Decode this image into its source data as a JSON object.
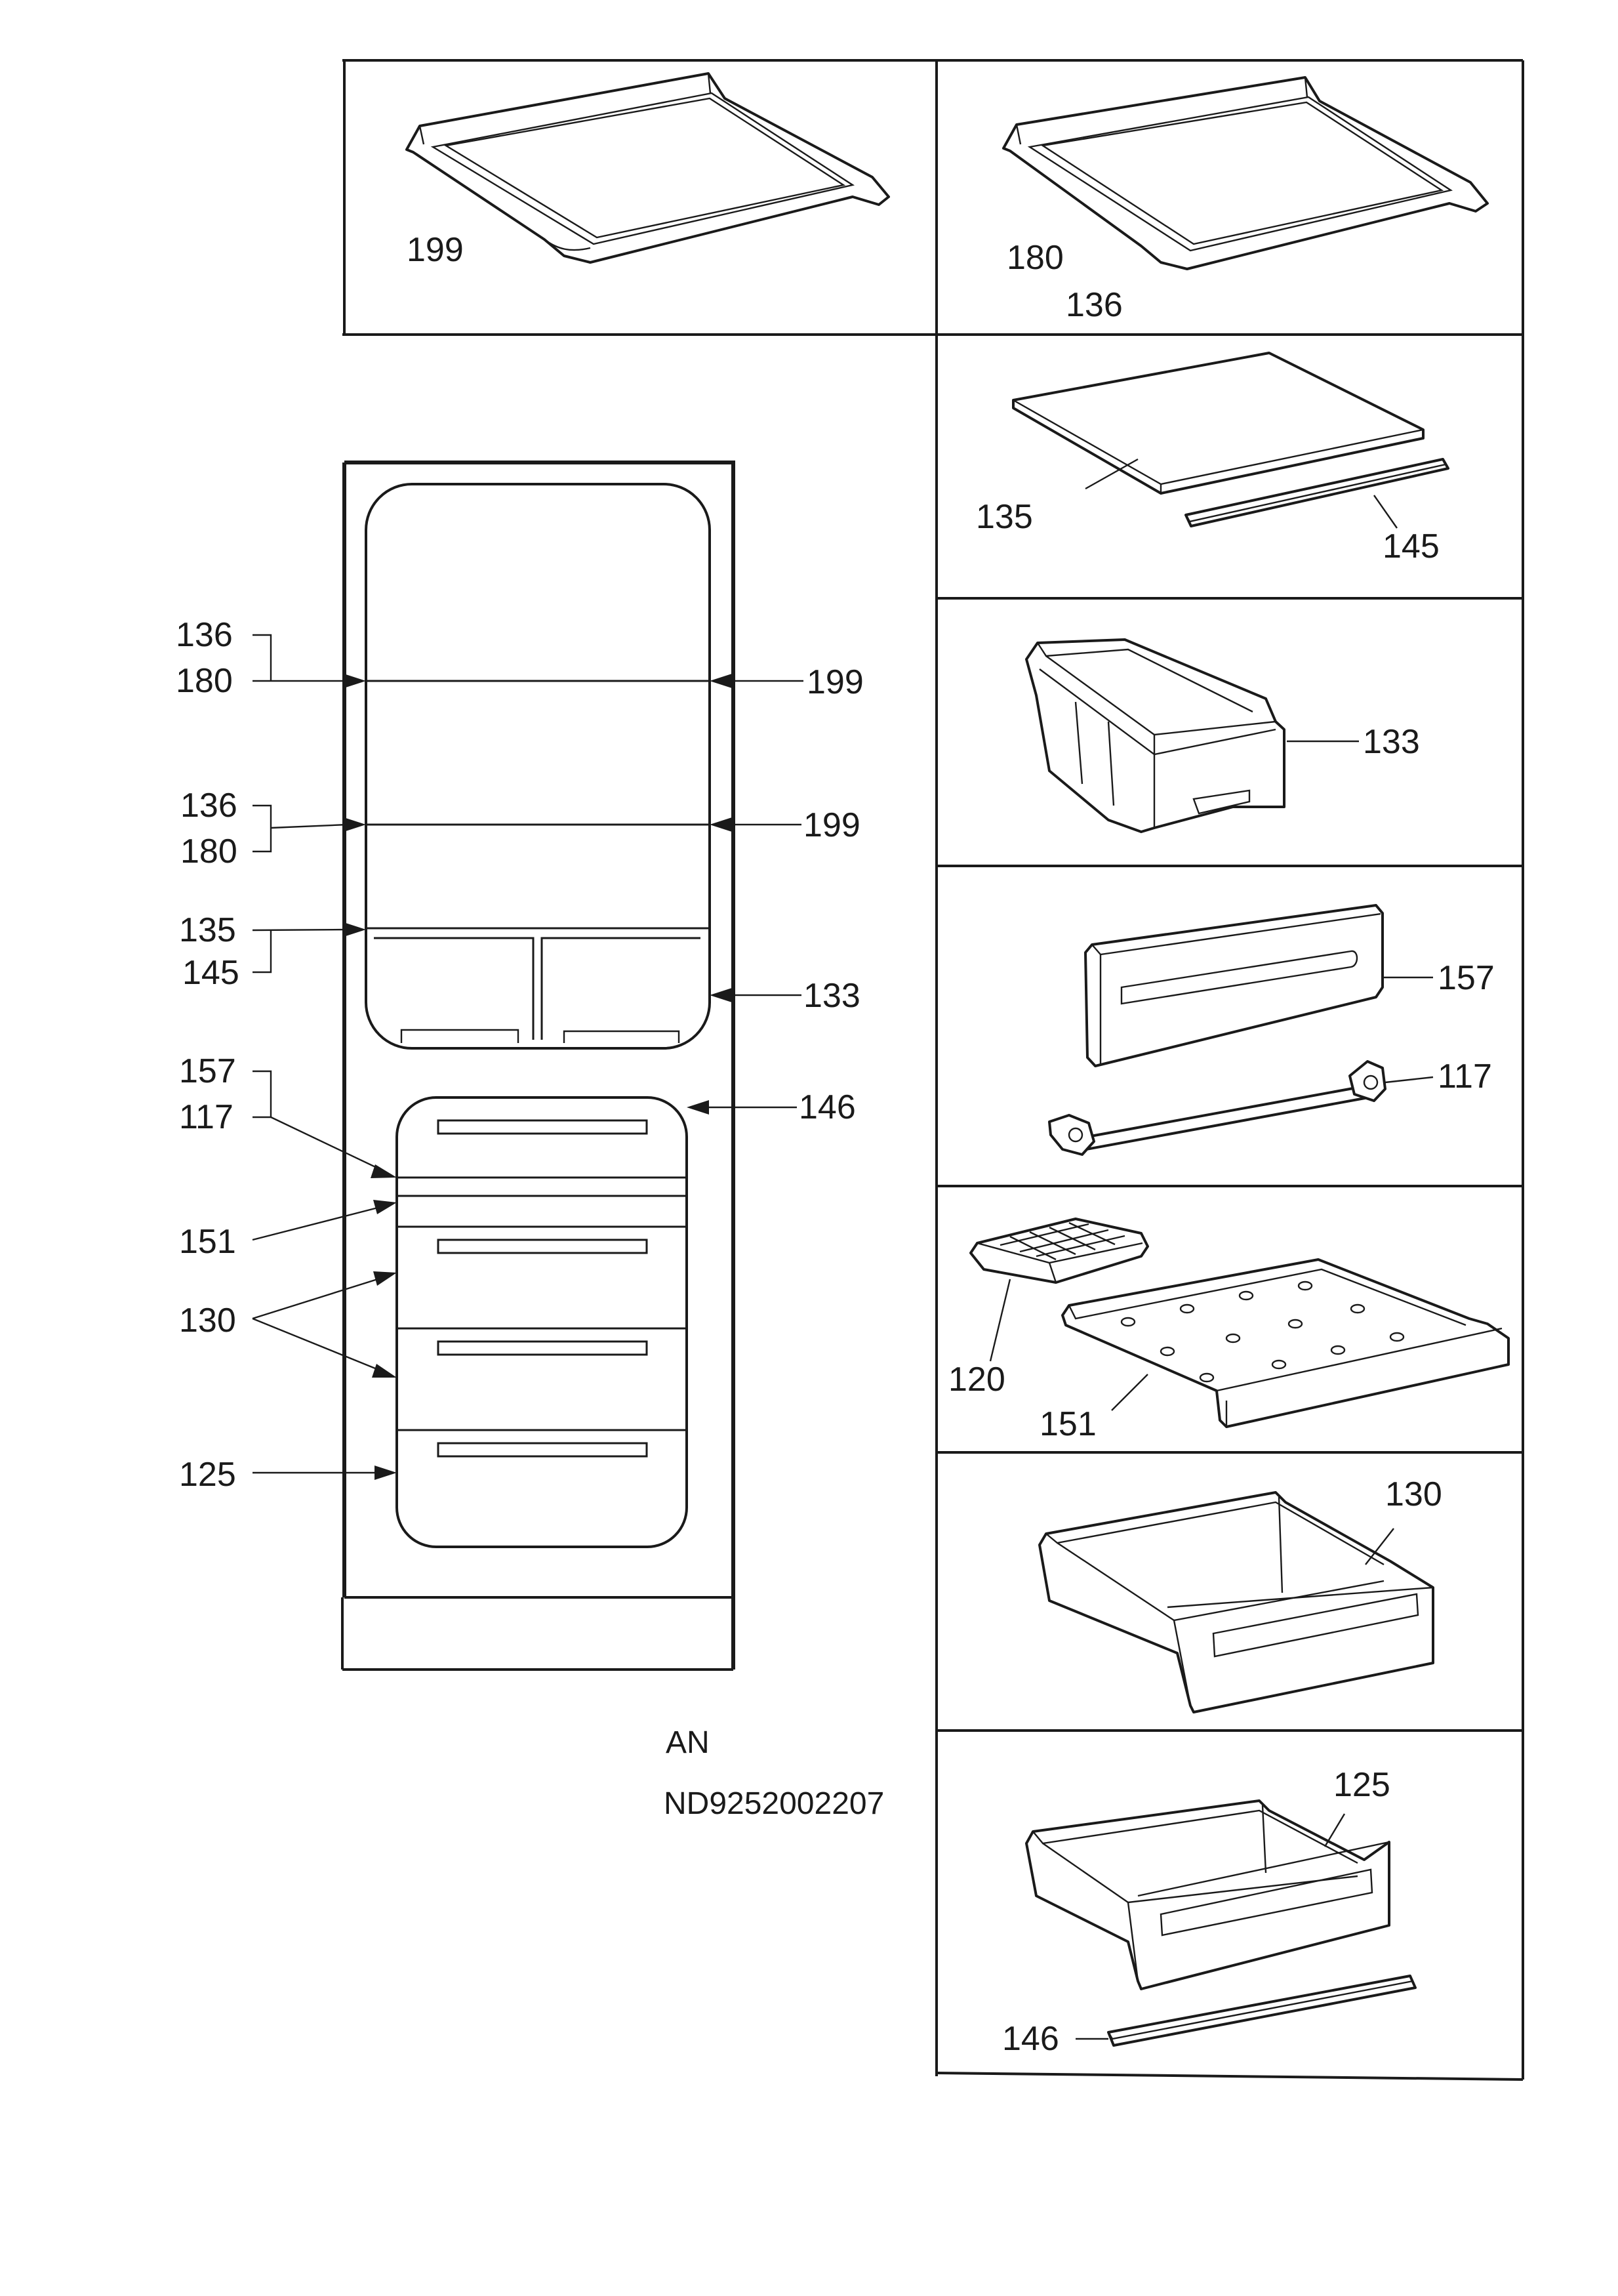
{
  "labels": {
    "cab_136_top": "136",
    "cab_180_top": "180",
    "cab_199_top": "199",
    "cab_136_mid": "136",
    "cab_180_mid": "180",
    "cab_199_mid": "199",
    "cab_135": "135",
    "cab_145": "145",
    "cab_133": "133",
    "cab_157": "157",
    "cab_117": "117",
    "cab_146": "146",
    "cab_151": "151",
    "cab_130": "130",
    "cab_125": "125",
    "p1_199": "199",
    "p2_180": "180",
    "p2_136": "136",
    "p3_135": "135",
    "p3_145": "145",
    "p4_133": "133",
    "p5_157": "157",
    "p5_117": "117",
    "p6_120": "120",
    "p6_151": "151",
    "p7_130": "130",
    "p8_125": "125",
    "p8_146": "146"
  },
  "caption": {
    "code": "AN",
    "reference": "ND9252002207"
  }
}
